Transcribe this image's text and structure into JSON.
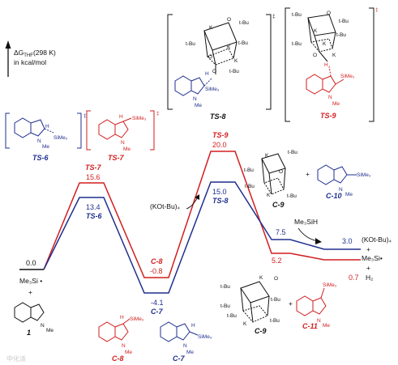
{
  "axis": {
    "delta_g": "ΔG",
    "delta_g_sub": "THF",
    "delta_g_temp": "(298 K)",
    "unit": "in kcal/mol"
  },
  "profile": {
    "start_value": "0.0",
    "ts7_label": "TS-7",
    "ts7_value": "15.6",
    "ts6_value": "13.4",
    "ts6_label": "TS-6",
    "c8_label": "C-8",
    "c8_value": "-0.8",
    "c7_value": "-4.1",
    "c7_label": "C-7",
    "ts9_label": "TS-9",
    "ts9_value": "20.0",
    "ts8_value": "15.0",
    "ts8_label": "TS-8",
    "v75": "7.5",
    "v52": "5.2",
    "v30": "3.0",
    "v07": "0.7"
  },
  "species": {
    "reagent": "(KOt-Bu)₄",
    "me3sih": "Me₃SiH",
    "product_kotbu": "(KOt-Bu)₄",
    "plus": "+",
    "me3si": "Me₃Si•",
    "h2": "H₂",
    "start_radical": "Me₃Si •",
    "indole_num": "1",
    "c10": "C-10",
    "c9": "C-9",
    "c11": "C-11",
    "c8_struct": "C-8",
    "c7_struct": "C-7",
    "ts6_struct": "TS-6",
    "ts7_struct": "TS-7",
    "ts8_struct": "TS-8",
    "ts9_struct": "TS-9",
    "dagger": "‡"
  },
  "atoms": {
    "N": "N",
    "Me": "Me",
    "H": "H",
    "K": "K",
    "O": "O",
    "tBu": "t-Bu",
    "SiMe3": "SiMe₃"
  },
  "watermark": "中化派",
  "colors": {
    "red": "#d21e1e",
    "blue": "#1f2f8f",
    "black": "#111111"
  }
}
